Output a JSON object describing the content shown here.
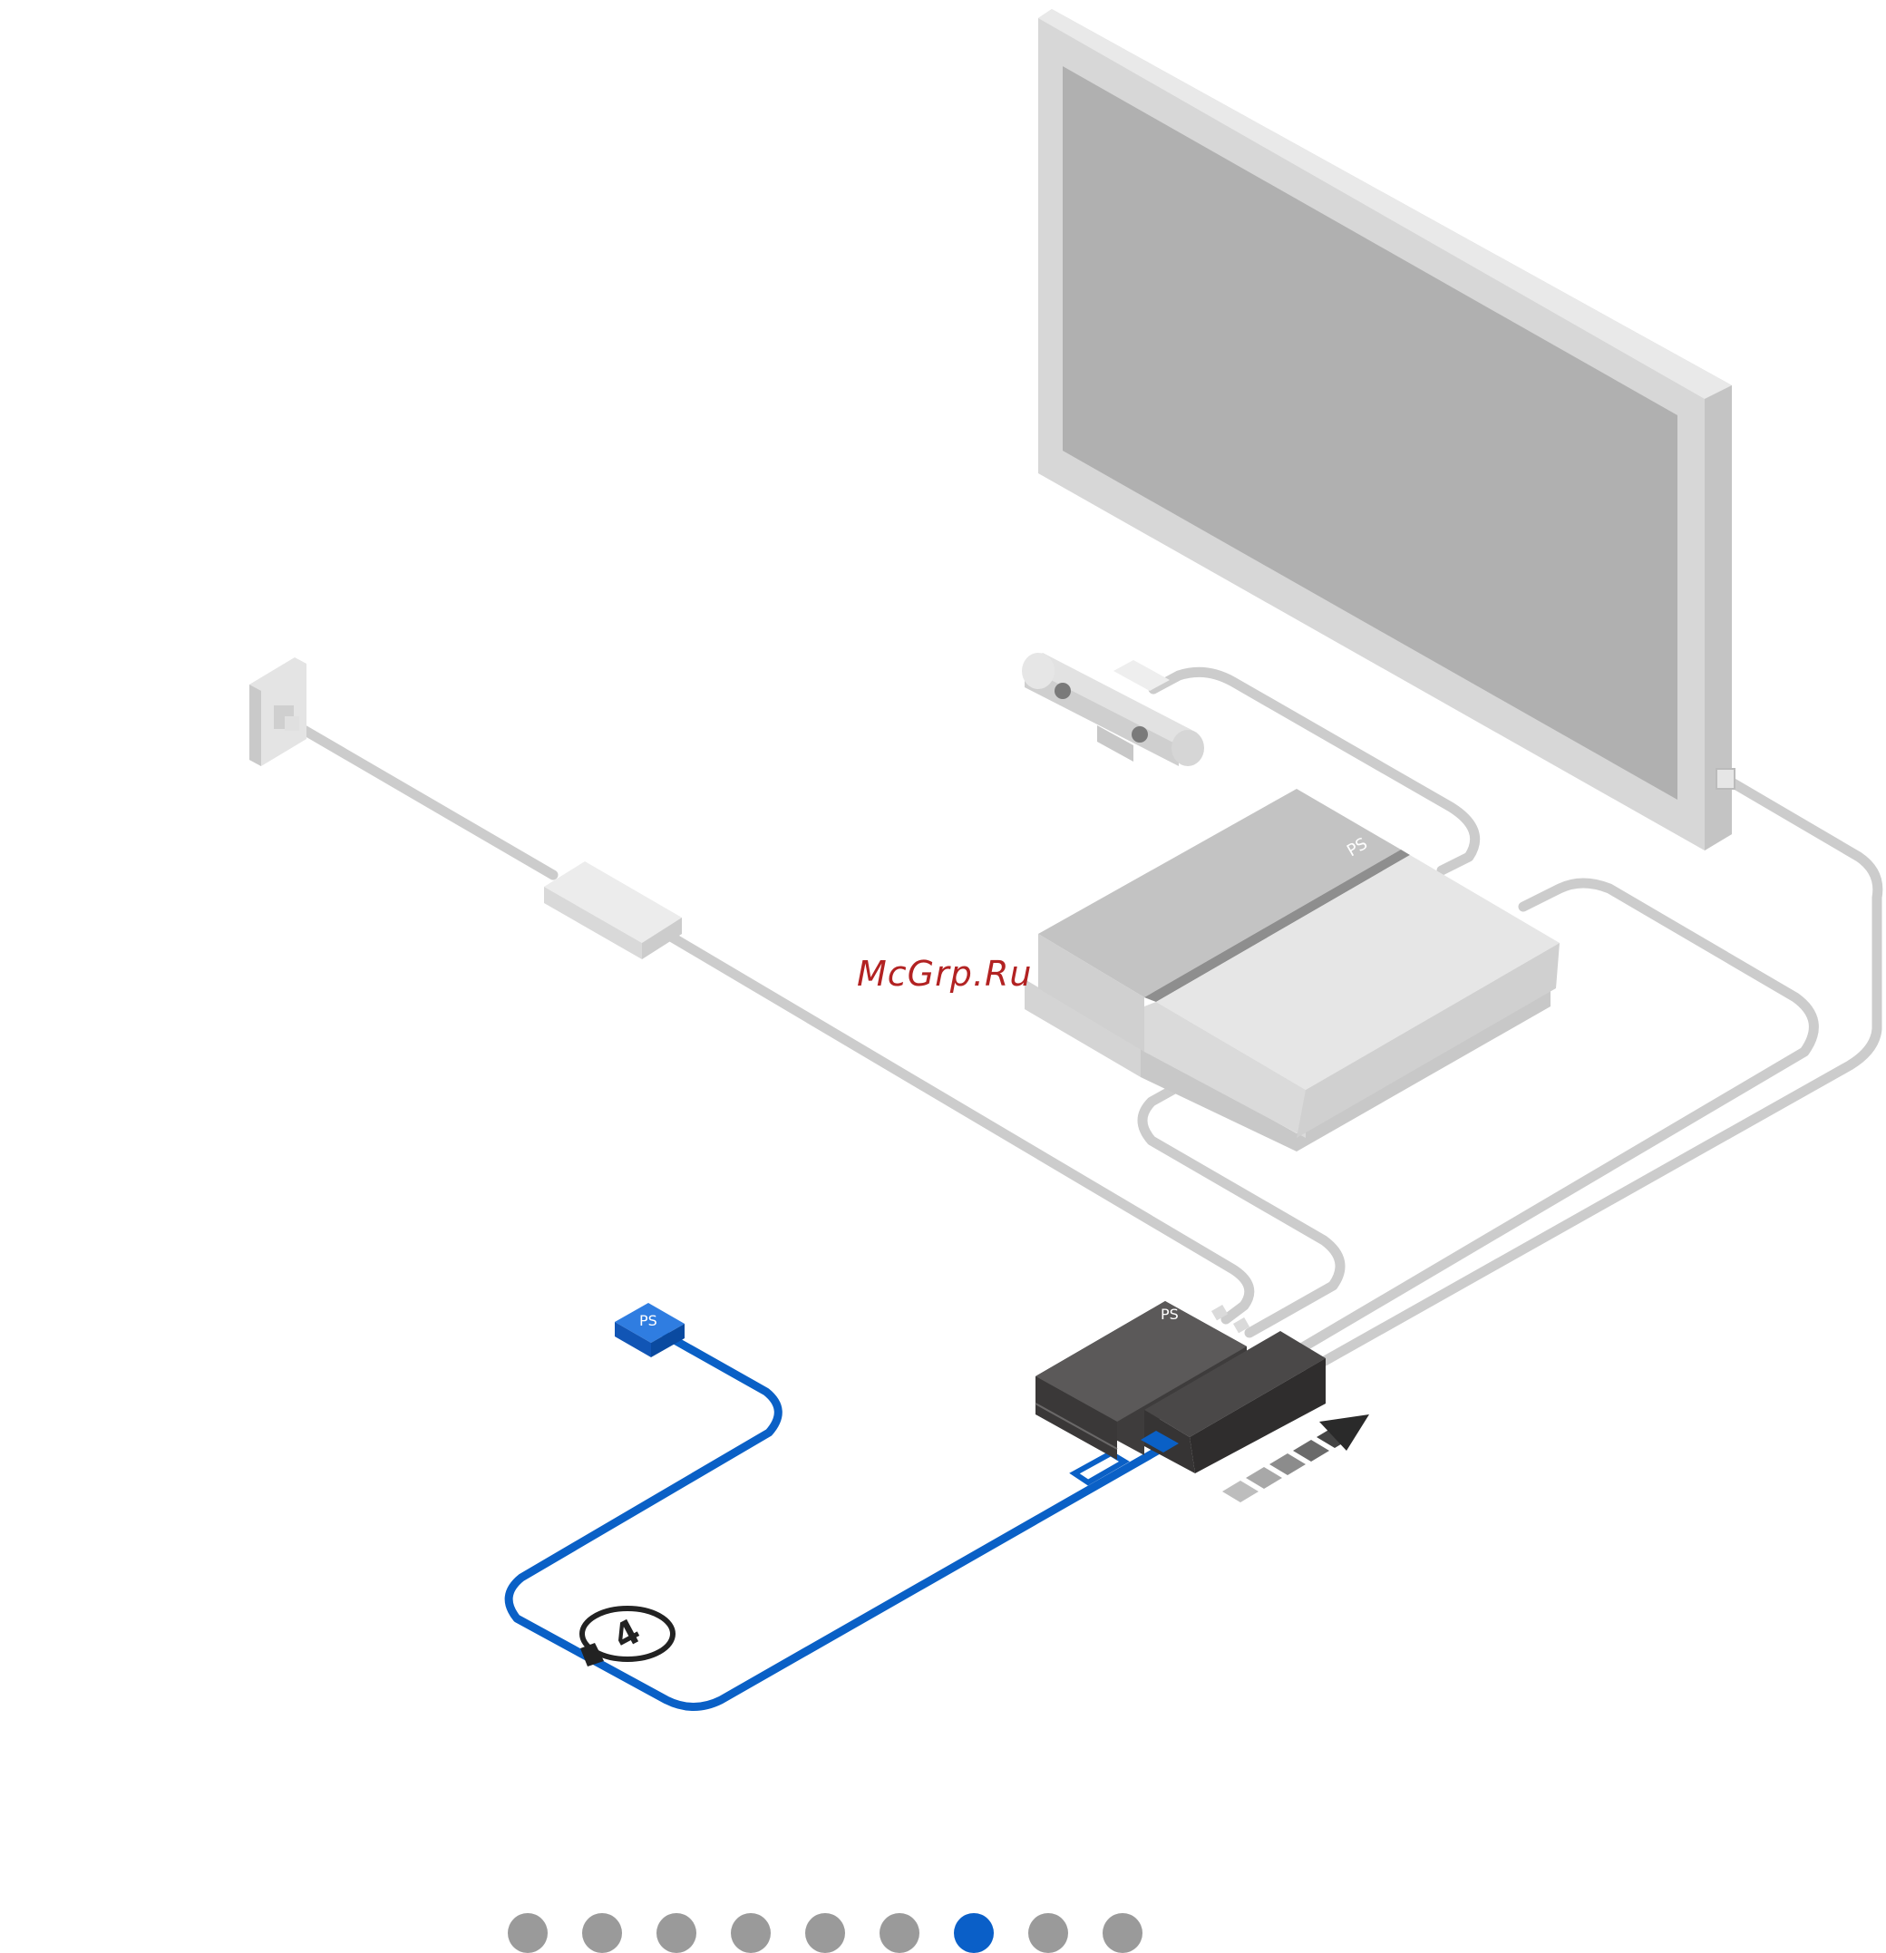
{
  "watermark": "McGrp.Ru",
  "step": {
    "number": "4"
  },
  "pagination": {
    "count": 9,
    "active_index": 6
  },
  "colors": {
    "cable_gray": "#cccccc",
    "cable_blue": "#0a60c6",
    "device_dark": "#3d3b3b",
    "dot_inactive": "#9a9a9a",
    "dot_active": "#0a5fc8"
  }
}
